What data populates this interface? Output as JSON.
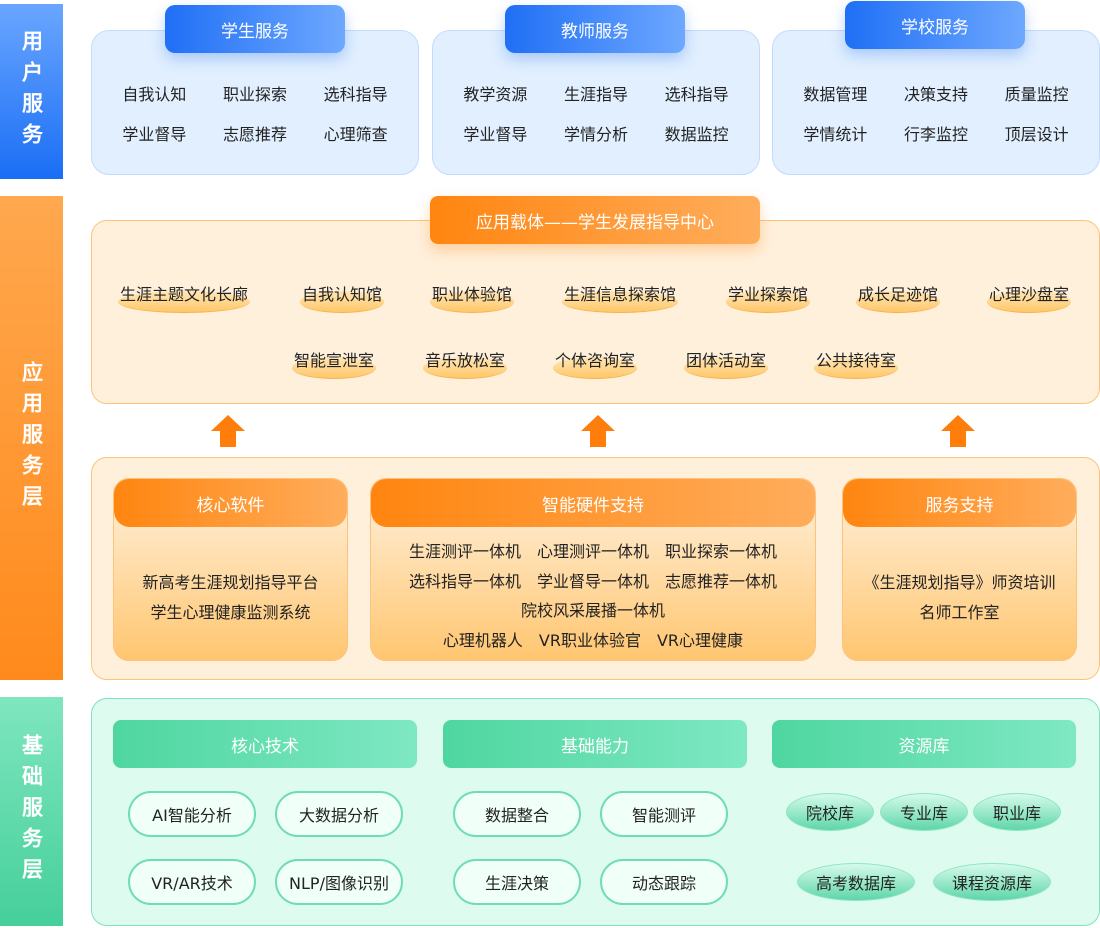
{
  "layers": {
    "user": "用户服务",
    "app": "应用服务层",
    "base": "基础服务层"
  },
  "user_services": [
    {
      "title": "学生服务",
      "items": [
        "自我认知",
        "职业探索",
        "选科指导",
        "学业督导",
        "志愿推荐",
        "心理筛查"
      ]
    },
    {
      "title": "教师服务",
      "items": [
        "教学资源",
        "生涯指导",
        "选科指导",
        "学业督导",
        "学情分析",
        "数据监控"
      ]
    },
    {
      "title": "学校服务",
      "items": [
        "数据管理",
        "决策支持",
        "质量监控",
        "学情统计",
        "行李监控",
        "顶层设计"
      ]
    }
  ],
  "carrier": {
    "title": "应用载体——学生发展指导中心",
    "row1": [
      "生涯主题文化长廊",
      "自我认知馆",
      "职业体验馆",
      "生涯信息探索馆",
      "学业探索馆",
      "成长足迹馆",
      "心理沙盘室"
    ],
    "row2": [
      "智能宣泄室",
      "音乐放松室",
      "个体咨询室",
      "团体活动室",
      "公共接待室"
    ]
  },
  "support": [
    {
      "title": "核心软件",
      "lines": [
        "新高考生涯规划指导平台",
        "学生心理健康监测系统"
      ]
    },
    {
      "title": "智能硬件支持",
      "lines": [
        "生涯测评一体机　心理测评一体机　职业探索一体机",
        "选科指导一体机　学业督导一体机　志愿推荐一体机",
        "院校风采展播一体机",
        "心理机器人　VR职业体验官　VR心理健康"
      ]
    },
    {
      "title": "服务支持",
      "lines": [
        "《生涯规划指导》师资培训",
        "名师工作室"
      ]
    }
  ],
  "base": [
    {
      "title": "核心技术",
      "items": [
        "AI智能分析",
        "大数据分析",
        "VR/AR技术",
        "NLP/图像识别"
      ]
    },
    {
      "title": "基础能力",
      "items": [
        "数据整合",
        "智能测评",
        "生涯决策",
        "动态跟踪"
      ]
    },
    {
      "title": "资源库",
      "items": [
        "院校库",
        "专业库",
        "职业库",
        "高考数据库",
        "课程资源库"
      ]
    }
  ]
}
